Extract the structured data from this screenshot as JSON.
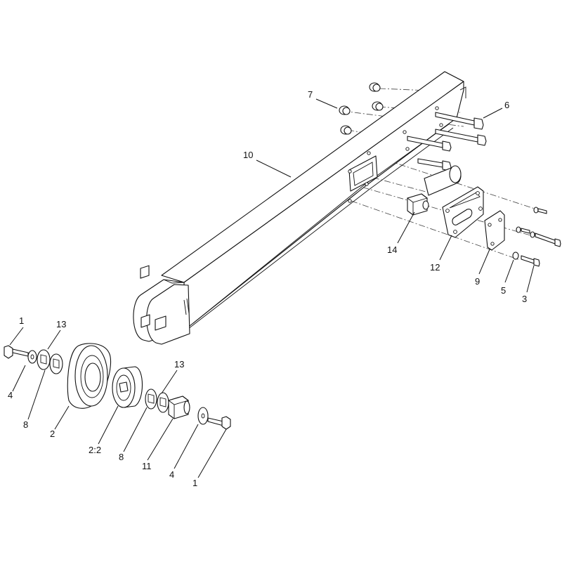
{
  "diagram": {
    "colors": {
      "line": "#111111",
      "background": "#ffffff"
    },
    "callouts": [
      {
        "id": "c-10",
        "label": "10"
      },
      {
        "id": "c-7",
        "label": "7"
      },
      {
        "id": "c-6",
        "label": "6"
      },
      {
        "id": "c-14",
        "label": "14"
      },
      {
        "id": "c-12",
        "label": "12"
      },
      {
        "id": "c-9",
        "label": "9"
      },
      {
        "id": "c-5",
        "label": "5"
      },
      {
        "id": "c-3",
        "label": "3"
      },
      {
        "id": "c-1a",
        "label": "1"
      },
      {
        "id": "c-13a",
        "label": "13"
      },
      {
        "id": "c-4a",
        "label": "4"
      },
      {
        "id": "c-8a",
        "label": "8"
      },
      {
        "id": "c-2",
        "label": "2"
      },
      {
        "id": "c-22",
        "label": "2:2"
      },
      {
        "id": "c-13b",
        "label": "13"
      },
      {
        "id": "c-8b",
        "label": "8"
      },
      {
        "id": "c-11",
        "label": "11"
      },
      {
        "id": "c-4b",
        "label": "4"
      },
      {
        "id": "c-1b",
        "label": "1"
      }
    ]
  }
}
